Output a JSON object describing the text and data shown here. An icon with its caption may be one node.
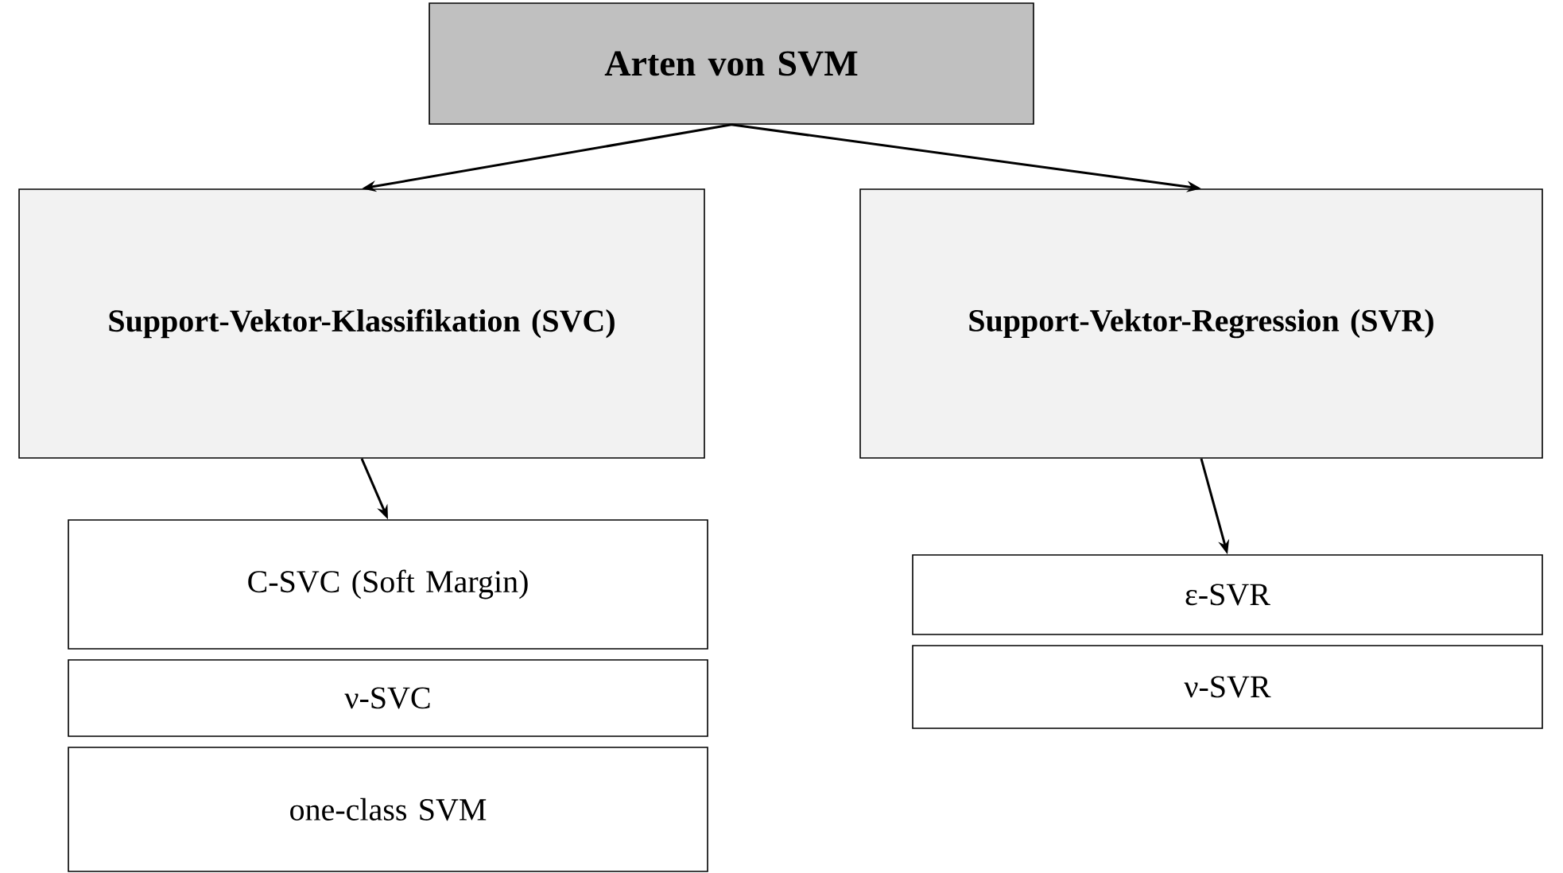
{
  "diagram": {
    "nodes": [
      {
        "text": [
          "Arten von SVM"
        ]
      },
      {
        "text": [
          "Support-Vektor-Klassifikation (SVC)"
        ]
      },
      {
        "text": [
          "Support-Vektor-Regression (SVR)"
        ]
      },
      {
        "text": [
          "C-SVC (Soft Margin)"
        ]
      },
      {
        "text": [
          "ν-SVC"
        ]
      },
      {
        "text": [
          "one-class SVM"
        ]
      },
      {
        "text": [
          "ε-SVR"
        ]
      },
      {
        "text": [
          "ν-SVR"
        ]
      }
    ],
    "edges": [
      {
        "from": 0,
        "to": 1,
        "arrow": "to"
      },
      {
        "from": 0,
        "to": 2,
        "arrow": "to"
      },
      {
        "from": 1,
        "to": 3,
        "arrow": "to"
      },
      {
        "from": 2,
        "to": 6,
        "arrow": "to"
      }
    ]
  }
}
